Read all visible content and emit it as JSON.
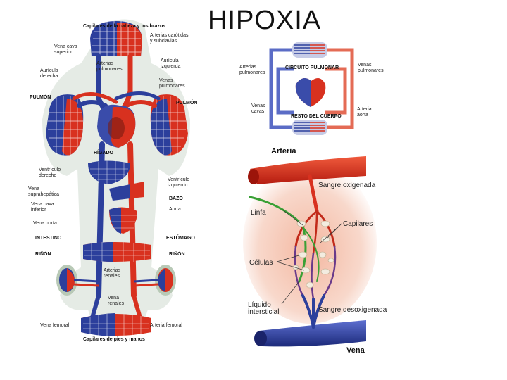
{
  "page": {
    "title": "HIPOXIA"
  },
  "body_diagram": {
    "labels": {
      "top": "Capilares de la cabeza y los brazos",
      "arterias_carotidas": "Arterias carótidas",
      "y_subclavias": "y subclavias",
      "vena_cava_sup_1": "Vena cava",
      "vena_cava_sup_2": "superior",
      "arterias_pulm_1": "Arterias",
      "arterias_pulm_2": "pulmonares",
      "auricula_izq_1": "Aurícula",
      "auricula_izq_2": "izquierda",
      "auricula_der_1": "Aurícula",
      "auricula_der_2": "derecha",
      "venas_pulm_1": "Venas",
      "venas_pulm_2": "pulmonares",
      "pulmon_left": "PULMÓN",
      "pulmon_right": "PULMÓN",
      "higado": "HÍGADO",
      "ventriculo_der_1": "Ventrículo",
      "ventriculo_der_2": "derecho",
      "vena_suprahep_1": "Vena",
      "vena_suprahep_2": "suprahepática",
      "ventriculo_izq_1": "Ventrículo",
      "ventriculo_izq_2": "izquierdo",
      "bazo": "BAZO",
      "vena_cava_inf_1": "Vena cava",
      "vena_cava_inf_2": "inferior",
      "aorta": "Aorta",
      "vena_porta": "Vena porta",
      "intestino": "INTESTINO",
      "estomago": "ESTÓMAGO",
      "rinon_left": "RIÑÓN",
      "rinon_right": "RIÑÓN",
      "arterias_renales_1": "Arterias",
      "arterias_renales_2": "renales",
      "vena_renales_1": "Vena",
      "vena_renales_2": "renales",
      "vena_femoral": "Vena femoral",
      "arteria_femoral": "Arteria femoral",
      "bottom": "Capilares de pies y manos"
    }
  },
  "circuit_diagram": {
    "labels": {
      "arterias_pulm_1": "Arterias",
      "arterias_pulm_2": "pulmonares",
      "circuito": "CIRCUITO PULMONAR",
      "venas_pulm_1": "Venas",
      "venas_pulm_2": "pulmonares",
      "venas_cavas_1": "Venas",
      "venas_cavas_2": "cavas",
      "resto": "RESTO DEL CUERPO",
      "arteria_aorta_1": "Arteria",
      "arteria_aorta_2": "aorta"
    }
  },
  "capillary_diagram": {
    "labels": {
      "arteria": "Arteria",
      "sangre_oxigenada": "Sangre oxigenada",
      "linfa": "Linfa",
      "capilares": "Capilares",
      "celulas": "Células",
      "liquido_1": "Líquido",
      "liquido_2": "intersticial",
      "sangre_desox": "Sangre desoxigenada",
      "vena": "Vena"
    }
  },
  "colors": {
    "arterial": "#d8311f",
    "venous": "#2c3f9c",
    "lymph": "#3aa035",
    "tissue": "#f2b49a"
  }
}
